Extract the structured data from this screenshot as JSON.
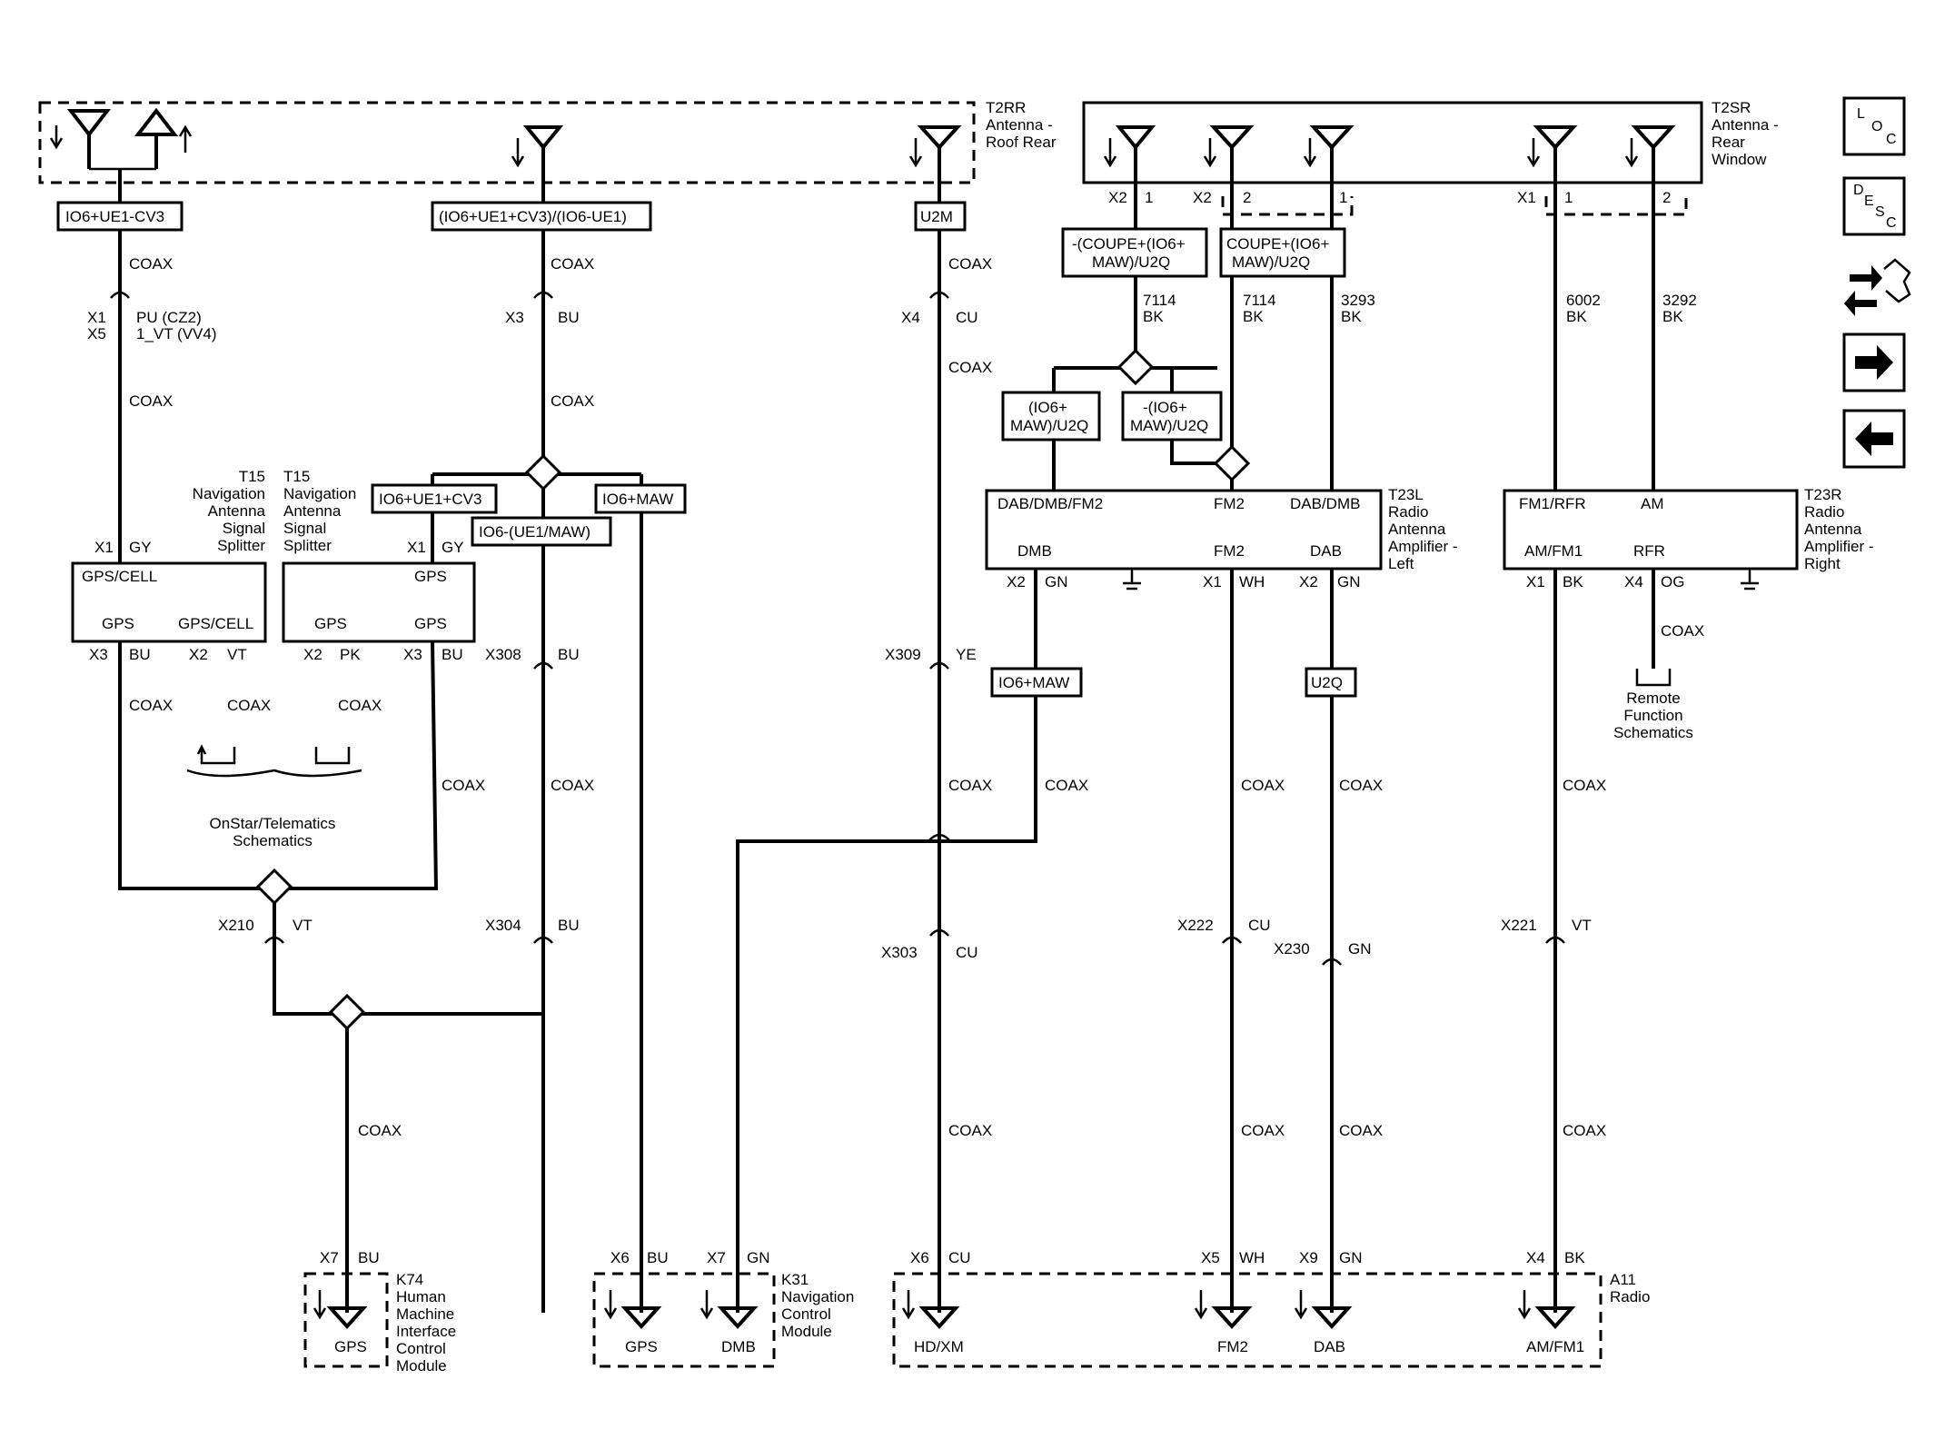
{
  "components": {
    "t2rr": [
      "T2RR",
      "Antenna -",
      "Roof Rear"
    ],
    "t2sr": [
      "T2SR",
      "Antenna -",
      "Rear",
      "Window"
    ],
    "t15_left": [
      "T15",
      "Navigation",
      "Antenna",
      "Signal",
      "Splitter"
    ],
    "t15_right": [
      "T15",
      "Navigation",
      "Antenna",
      "Signal",
      "Splitter"
    ],
    "t23l": [
      "T23L",
      "Radio",
      "Antenna",
      "Amplifier -",
      "Left"
    ],
    "t23r": [
      "T23R",
      "Radio",
      "Antenna",
      "Amplifier -",
      "Right"
    ],
    "k74": [
      "K74",
      "Human",
      "Machine",
      "Interface",
      "Control",
      "Module"
    ],
    "k31": [
      "K31",
      "Navigation",
      "Control",
      "Module"
    ],
    "a11": [
      "A11",
      "Radio"
    ]
  },
  "option_boxes": {
    "o1": "IO6+UE1-CV3",
    "o2": "(IO6+UE1+CV3)/(IO6-UE1)",
    "o3": "U2M",
    "o4": "IO6+UE1+CV3",
    "o5": "IO6-(UE1/MAW)",
    "o6": "IO6+MAW",
    "o7": [
      "-(COUPE+(IO6+",
      "MAW)/U2Q"
    ],
    "o8": [
      "COUPE+(IO6+",
      "MAW)/U2Q"
    ],
    "o9": [
      "(IO6+",
      "MAW)/U2Q"
    ],
    "o10": [
      "-(IO6+",
      "MAW)/U2Q"
    ],
    "o11": "IO6+MAW",
    "o12": "U2Q"
  },
  "pins": {
    "t15l": {
      "top_left": "GPS/CELL",
      "bottom_left": "GPS",
      "bottom_right": "GPS/CELL"
    },
    "t15r": {
      "top_right": "GPS",
      "bottom_left": "GPS",
      "bottom_right": "GPS"
    },
    "t23l": {
      "top1": "DAB/DMB/FM2",
      "top2": "FM2",
      "top3": "DAB/DMB",
      "bot1": "DMB",
      "bot2": "FM2",
      "bot3": "DAB"
    },
    "t23r": {
      "top1": "FM1/RFR",
      "top2": "AM",
      "bot1": "AM/FM1",
      "bot2": "RFR"
    },
    "k74": "GPS",
    "k31": [
      "GPS",
      "DMB"
    ],
    "a11": [
      "HD/XM",
      "FM2",
      "DAB",
      "AM/FM1"
    ]
  },
  "wire": "COAX",
  "remote_function": [
    "Remote",
    "Function",
    "Schematics"
  ],
  "onstar": [
    "OnStar/Telematics",
    "Schematics"
  ],
  "nav": {
    "loc": [
      "L",
      "O",
      "C"
    ],
    "desc": [
      "D",
      "E",
      "S",
      "C"
    ]
  }
}
